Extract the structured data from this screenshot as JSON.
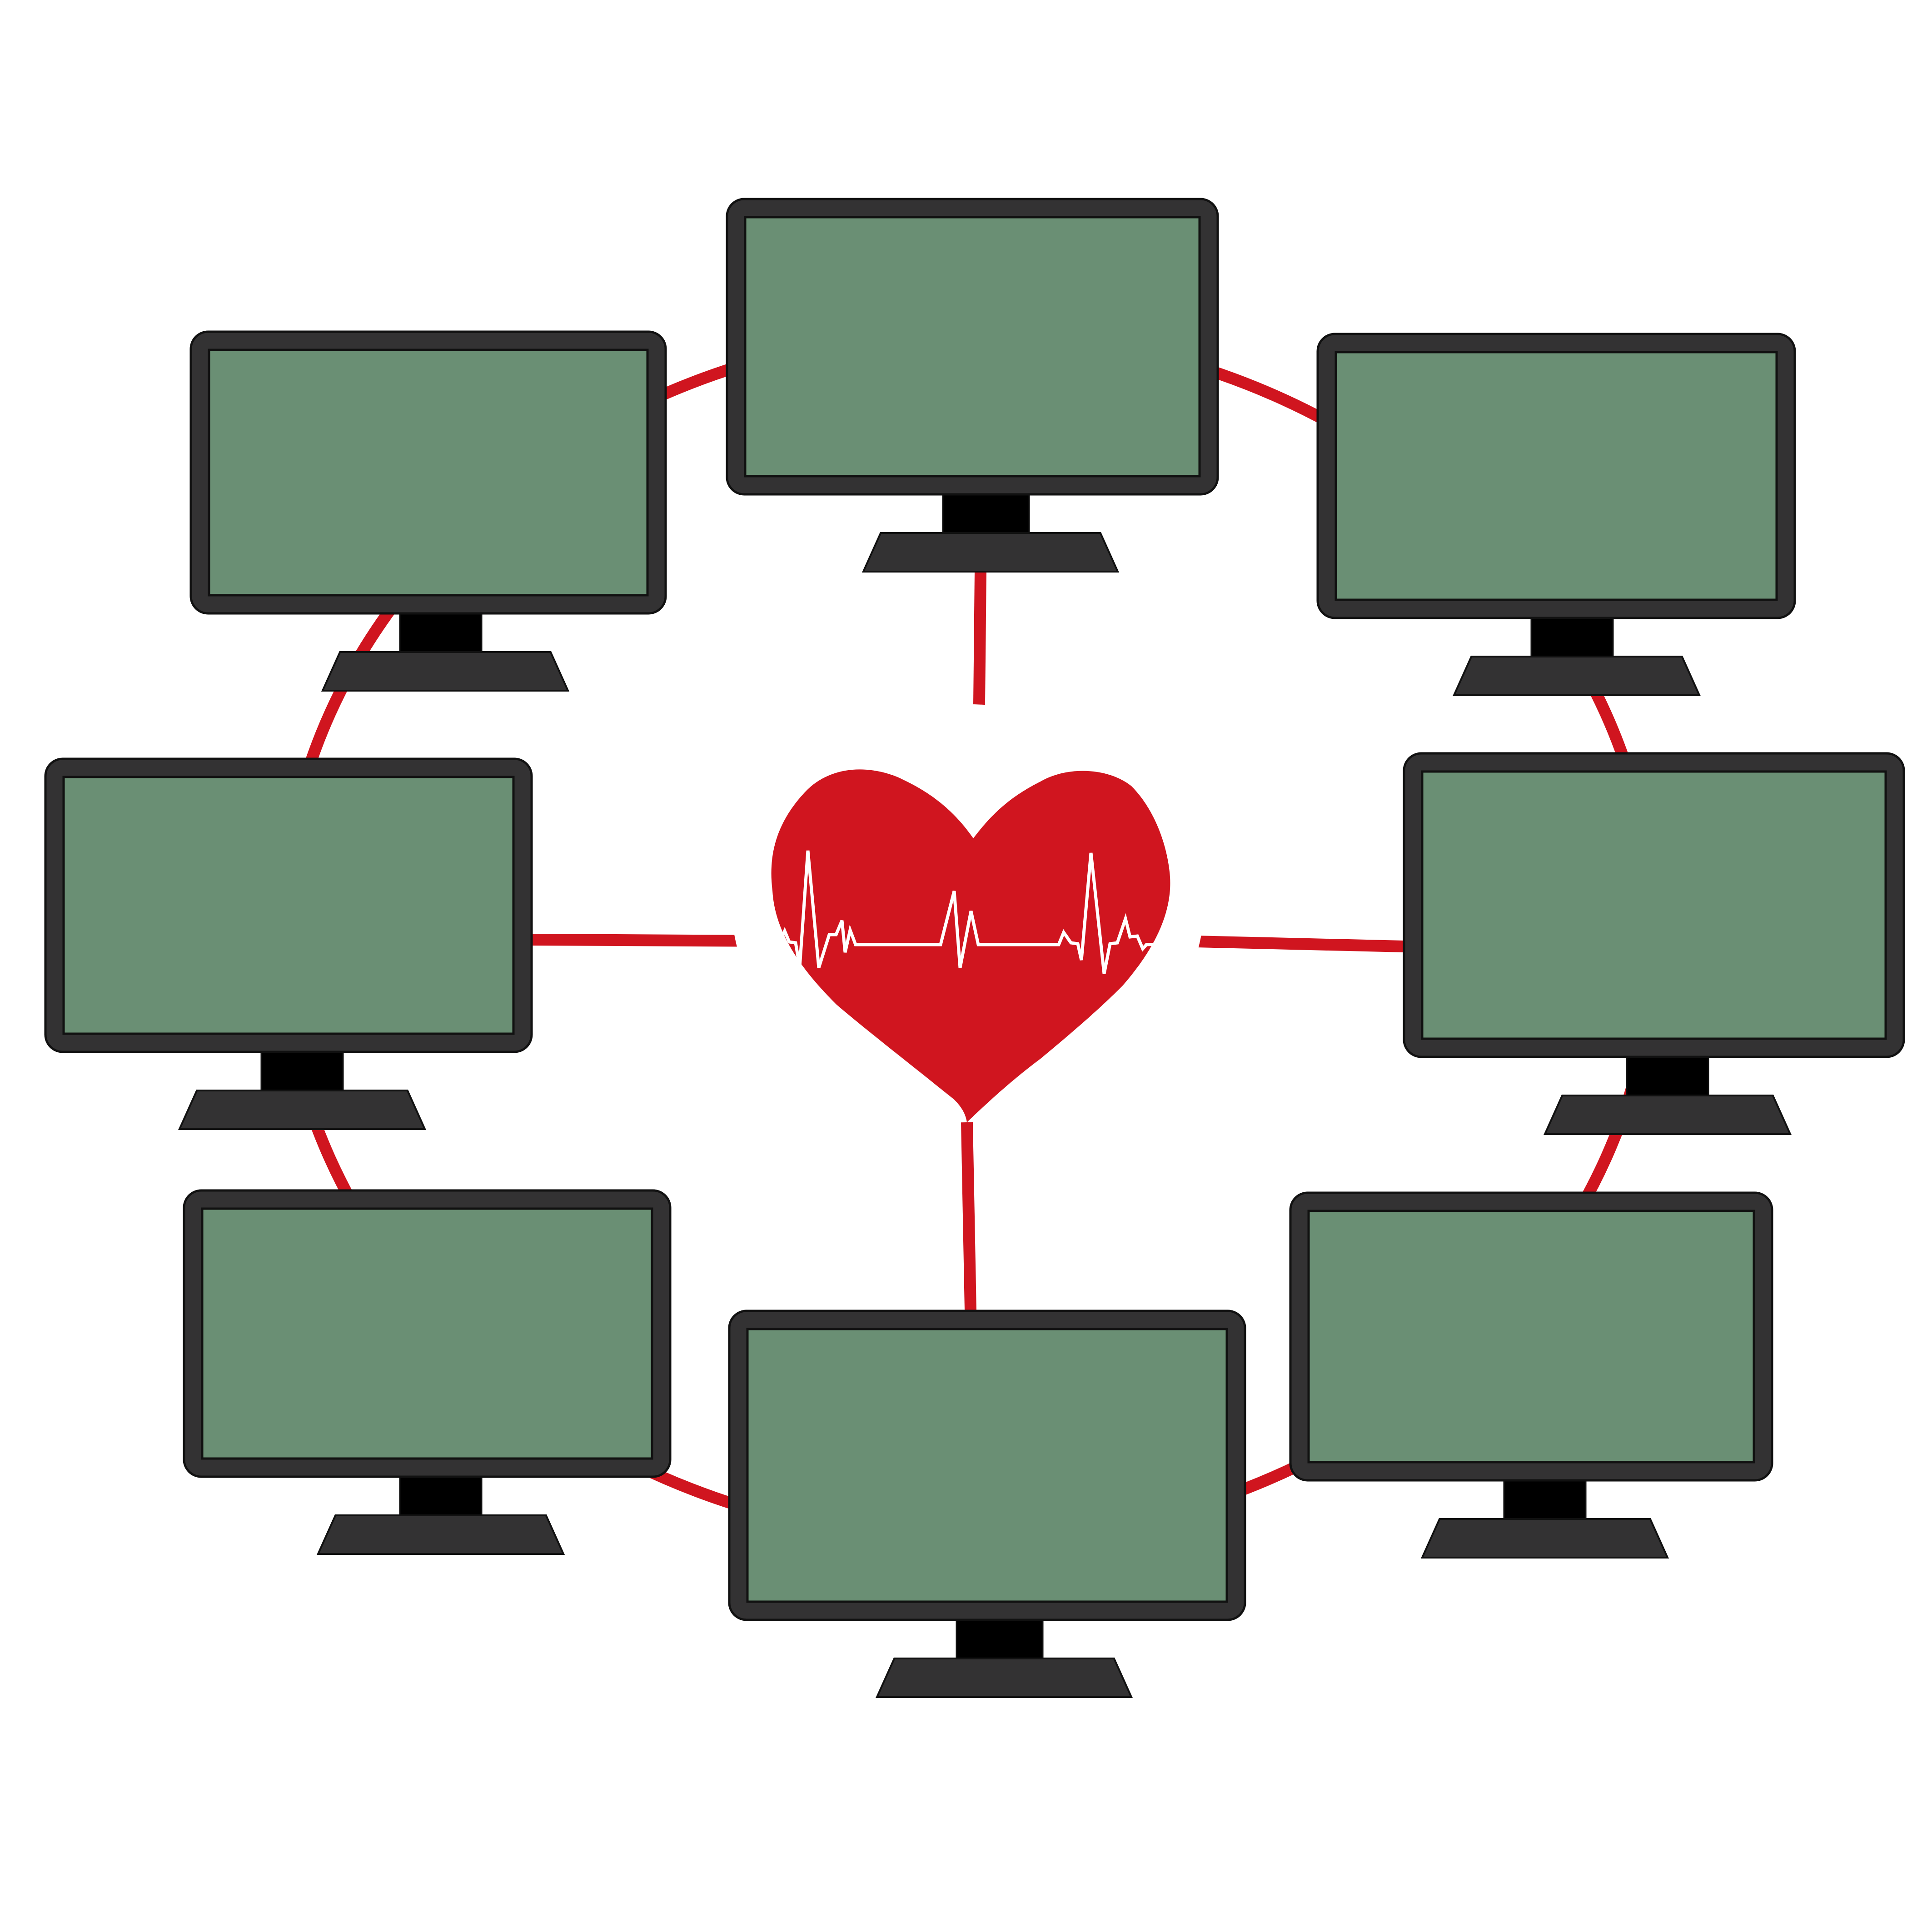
{
  "colors": {
    "accent": "#d0151f",
    "bezel": "#333233",
    "screen": "#6a8f74",
    "neck": "#000000",
    "ecg": "#ffffff",
    "background": "#ffffff"
  },
  "diagram": {
    "center_node": {
      "icon": "heart-icon",
      "overlay_icon": "ecg-pulse-icon"
    },
    "ring_connection": "circle-connector",
    "monitors": [
      {
        "id": "monitor-top",
        "icon": "monitor-icon",
        "spoke_to_center": true
      },
      {
        "id": "monitor-top-right",
        "icon": "monitor-icon",
        "spoke_to_center": false
      },
      {
        "id": "monitor-right",
        "icon": "monitor-icon",
        "spoke_to_center": true
      },
      {
        "id": "monitor-bottom-right",
        "icon": "monitor-icon",
        "spoke_to_center": false
      },
      {
        "id": "monitor-bottom",
        "icon": "monitor-icon",
        "spoke_to_center": true
      },
      {
        "id": "monitor-bottom-left",
        "icon": "monitor-icon",
        "spoke_to_center": false
      },
      {
        "id": "monitor-left",
        "icon": "monitor-icon",
        "spoke_to_center": true
      },
      {
        "id": "monitor-top-left",
        "icon": "monitor-icon",
        "spoke_to_center": false
      }
    ]
  }
}
